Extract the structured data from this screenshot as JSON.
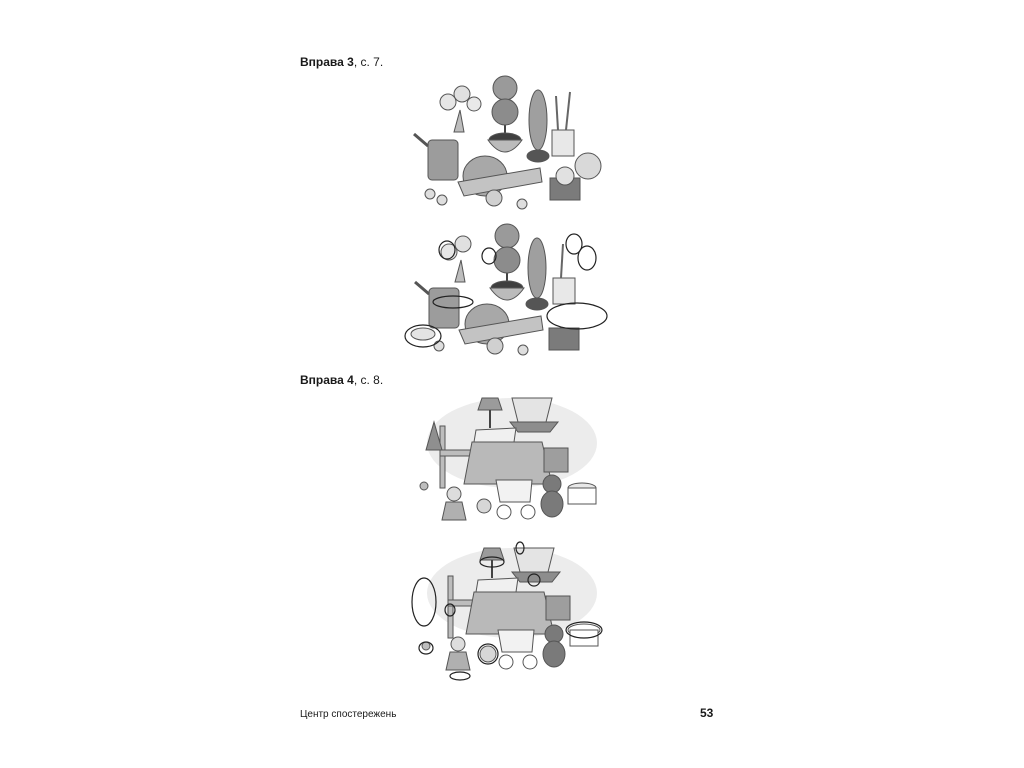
{
  "exercises": [
    {
      "title_bold": "Вправа 3",
      "title_rest": ", с. 7."
    },
    {
      "title_bold": "Вправа 4",
      "title_rest": ", с. 8."
    }
  ],
  "footer": {
    "left_text": "Центр спостережень",
    "page_number": "53"
  }
}
